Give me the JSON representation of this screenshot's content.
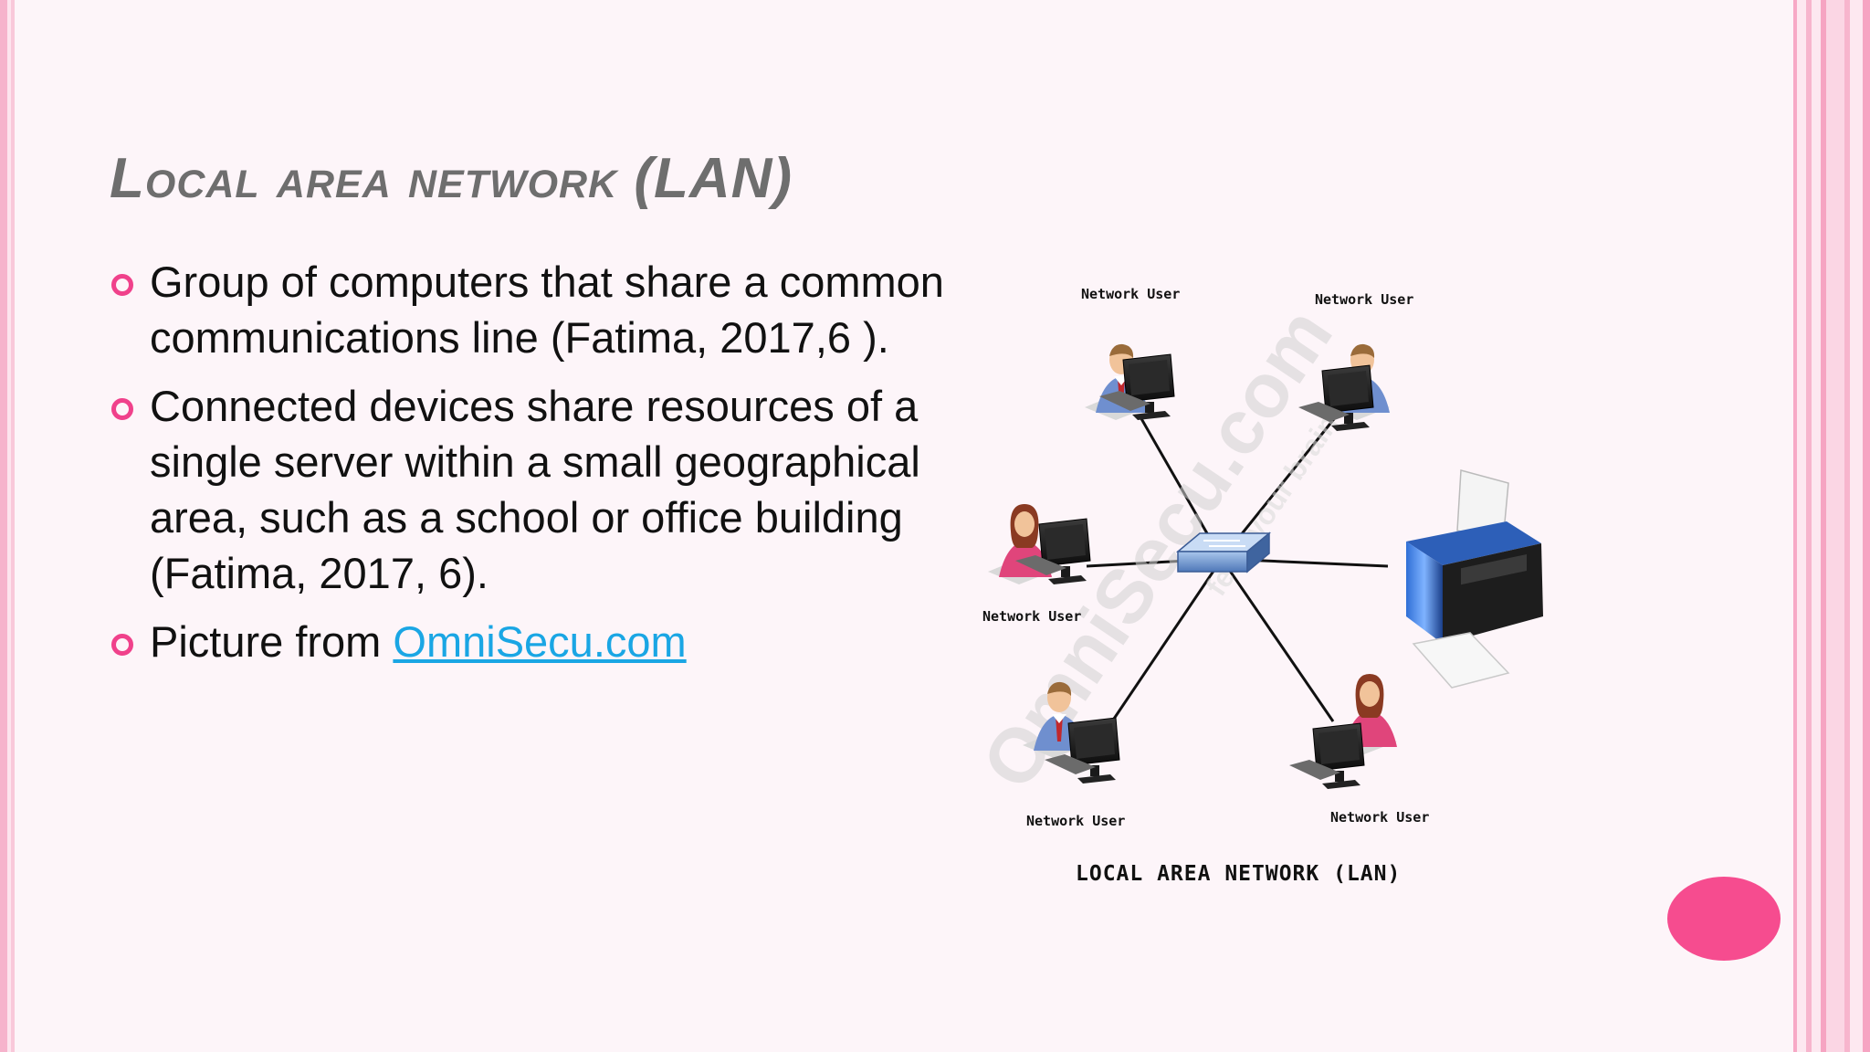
{
  "slide": {
    "title": "Local area network (LAN)",
    "bullets": [
      {
        "text": "Group of computers that share a common communications line (Fatima, 2017,6 )."
      },
      {
        "text": "Connected devices share resources of a single server within a small geographical area, such as a school or office building (Fatima, 2017, 6)."
      },
      {
        "text": "Picture from ",
        "link_text": "OmniSecu.com"
      }
    ]
  },
  "diagram": {
    "node_label": "Network User",
    "caption": "LOCAL AREA NETWORK (LAN)",
    "watermark_text": "OmniSecu.com",
    "watermark_tagline": "feed your brain"
  },
  "colors": {
    "bullet_accent": "#f0418b",
    "link": "#1aa6e4",
    "title": "#6e6e6e",
    "corner_dot": "#f64c8f"
  }
}
